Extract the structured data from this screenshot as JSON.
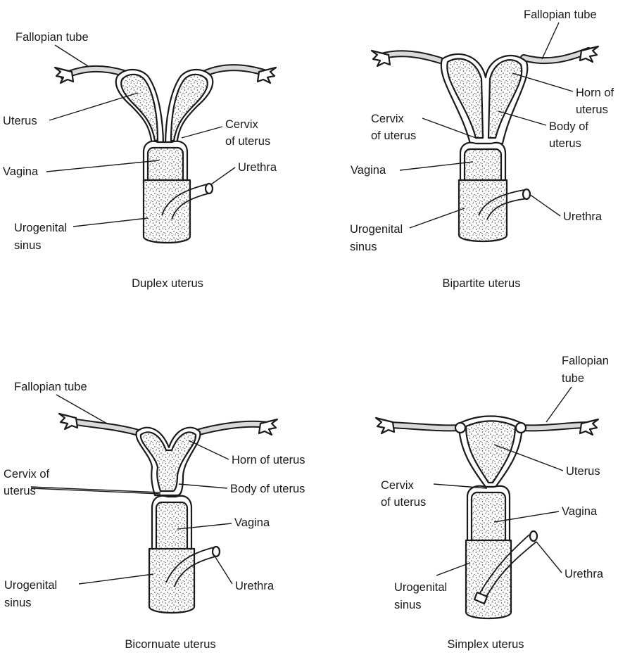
{
  "panels": [
    {
      "caption": "Duplex uterus",
      "labels": {
        "fallopian_tube": "Fallopian tube",
        "uterus": "Uterus",
        "cervix_line1": "Cervix",
        "cervix_line2": "of uterus",
        "vagina": "Vagina",
        "urethra": "Urethra",
        "urogenital_line1": "Urogenital",
        "urogenital_line2": "sinus"
      }
    },
    {
      "caption": "Bipartite uterus",
      "labels": {
        "fallopian_tube": "Fallopian tube",
        "horn_line1": "Horn of",
        "horn_line2": "uterus",
        "cervix_line1": "Cervix",
        "cervix_line2": "of uterus",
        "body_line1": "Body of",
        "body_line2": "uterus",
        "vagina": "Vagina",
        "urethra": "Urethra",
        "urogenital_line1": "Urogenital",
        "urogenital_line2": "sinus"
      }
    },
    {
      "caption": "Bicornuate uterus",
      "labels": {
        "fallopian_tube": "Fallopian tube",
        "horn": "Horn of uterus",
        "cervix_line1": "Cervix of",
        "cervix_line2": "uterus",
        "body": "Body of uterus",
        "vagina": "Vagina",
        "urethra": "Urethra",
        "urogenital_line1": "Urogenital",
        "urogenital_line2": "sinus"
      }
    },
    {
      "caption": "Simplex uterus",
      "labels": {
        "fallopian_line1": "Fallopian",
        "fallopian_line2": "tube",
        "uterus": "Uterus",
        "cervix_line1": "Cervix",
        "cervix_line2": "of uterus",
        "vagina": "Vagina",
        "urethra": "Urethra",
        "urogenital_line1": "Urogenital",
        "urogenital_line2": "sinus"
      }
    }
  ]
}
